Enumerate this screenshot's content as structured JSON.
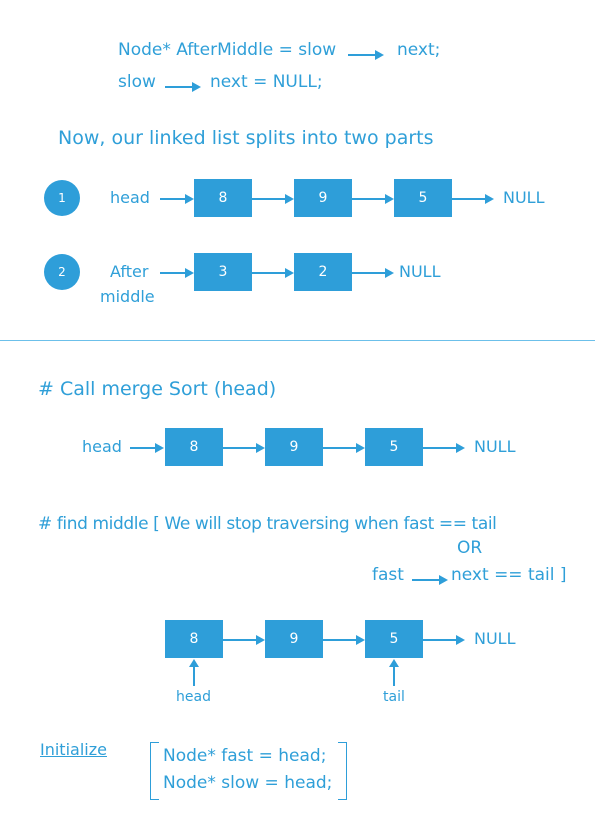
{
  "code_top": {
    "line1_left": "Node* AfterMiddle = slow",
    "line1_right": "next;",
    "line2_left": "slow",
    "line2_right": "next = NULL;"
  },
  "split_heading": "Now, our linked list splits into two parts",
  "list1": {
    "badge": "1",
    "label": "head",
    "nodes": [
      "8",
      "9",
      "5"
    ],
    "end": "NULL"
  },
  "list2": {
    "badge": "2",
    "label_line1": "After",
    "label_line2": "middle",
    "nodes": [
      "3",
      "2"
    ],
    "end": "NULL"
  },
  "call_heading": "# Call merge Sort  (head)",
  "list3": {
    "label": "head",
    "nodes": [
      "8",
      "9",
      "5"
    ],
    "end": "NULL"
  },
  "find_middle": {
    "line1": "# find middle [ We will stop traversing when fast == tail",
    "or": "OR",
    "line3_left": "fast",
    "line3_right": "next == tail ]"
  },
  "list4": {
    "nodes": [
      "8",
      "9",
      "5"
    ],
    "end": "NULL",
    "head_pointer": "head",
    "tail_pointer": "tail"
  },
  "initialize": {
    "label": "Initialize",
    "line1": "Node* fast = head;",
    "line2": "Node* slow = head;"
  },
  "colors": {
    "accent": "#2e9ed9",
    "background": "#ffffff"
  }
}
